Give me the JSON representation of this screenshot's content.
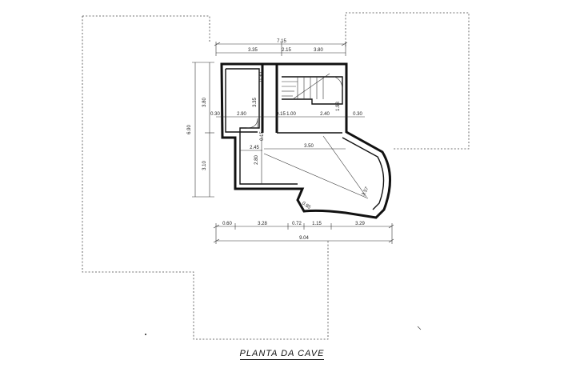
{
  "title": "PLANTA DA CAVE",
  "dimensions": {
    "top_total": "7.15",
    "top_left": "3.35",
    "top_mid": "2.15",
    "top_right": "3.80",
    "left_total": "6.90",
    "left_upper": "3.80",
    "left_lower": "3.10",
    "room_width": "2.90",
    "room_height": "3.35",
    "room_top_wall": "0.30",
    "wall_left": "0.30",
    "wall_mid": "0.15",
    "mid_span": "1.00",
    "right_span": "2.40",
    "right_wall": "0.30",
    "stair_height": "1.98",
    "corridor_width": "2.45",
    "corridor_height": "2.80",
    "hall_width": "3.50",
    "small_a": "0.15",
    "diag_right": "3.57",
    "diag_small": "0.95",
    "bottom_a": "0.60",
    "bottom_b": "3.28",
    "bottom_c": "0.72",
    "bottom_d": "1.15",
    "bottom_e": "3.29",
    "bottom_total": "9.04"
  }
}
